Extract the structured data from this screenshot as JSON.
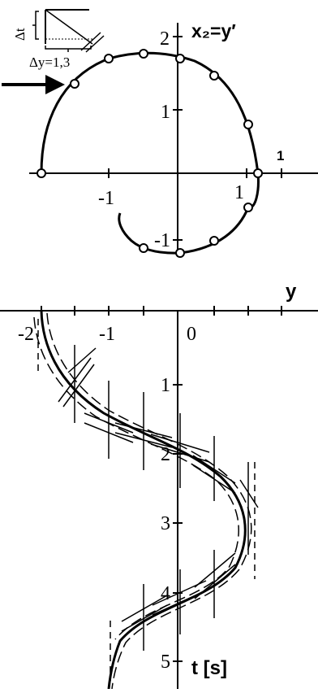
{
  "colors": {
    "ink": "#000000",
    "background": "#ffffff"
  },
  "phase_plot": {
    "y_axis_label": "x₂=y′",
    "x_axis_label": "1",
    "y_ticks": [
      "2",
      "1",
      "-1"
    ],
    "x_ticks": [
      "-1",
      "1"
    ]
  },
  "inset": {
    "dy_label": "Δy=1,3",
    "dt_label": "Δt"
  },
  "arrow_icon": "right-arrow",
  "time_plot": {
    "y_axis_label": "y",
    "t_axis_label": "t [s]",
    "x_ticks": [
      "-2",
      "-1",
      "0"
    ],
    "t_ticks": [
      "1",
      "2",
      "3",
      "4",
      "5"
    ]
  }
}
